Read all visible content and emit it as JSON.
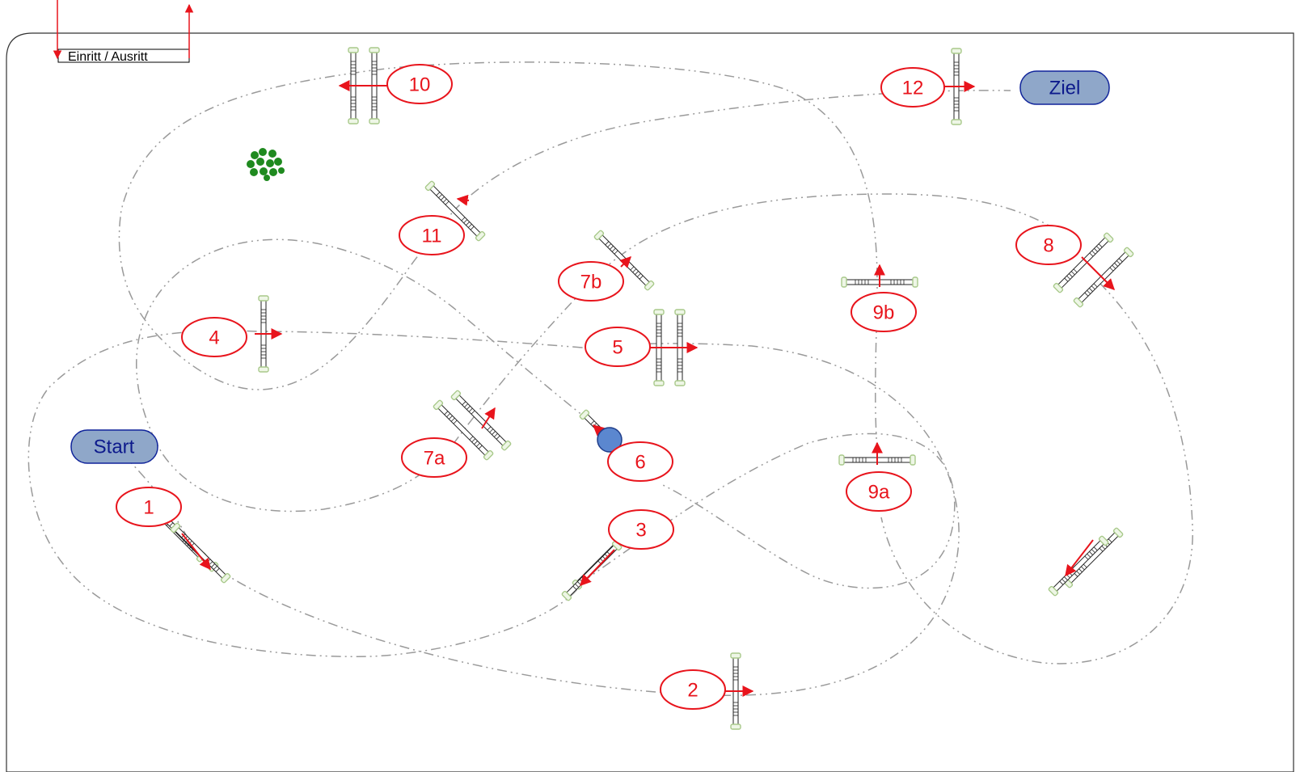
{
  "entry": {
    "label": "Einritt / Ausritt"
  },
  "start": {
    "label": "Start"
  },
  "finish": {
    "label": "Ziel"
  },
  "obstacles": [
    {
      "id": "1",
      "label": "1"
    },
    {
      "id": "2",
      "label": "2"
    },
    {
      "id": "3",
      "label": "3"
    },
    {
      "id": "4",
      "label": "4"
    },
    {
      "id": "5",
      "label": "5"
    },
    {
      "id": "6",
      "label": "6"
    },
    {
      "id": "7a",
      "label": "7a"
    },
    {
      "id": "7b",
      "label": "7b"
    },
    {
      "id": "8",
      "label": "8"
    },
    {
      "id": "9a",
      "label": "9a"
    },
    {
      "id": "9b",
      "label": "9b"
    },
    {
      "id": "10",
      "label": "10"
    },
    {
      "id": "11",
      "label": "11"
    },
    {
      "id": "12",
      "label": "12"
    }
  ],
  "colors": {
    "number": "#e8141c",
    "path": "#9a9a9a",
    "pill_fill": "#8fa7c9",
    "pill_stroke": "#10249a",
    "pill_text": "#0d1a8c",
    "pole_end": "#a8c98a",
    "arena_border": "#333333",
    "bush": "#1f8a1f"
  }
}
